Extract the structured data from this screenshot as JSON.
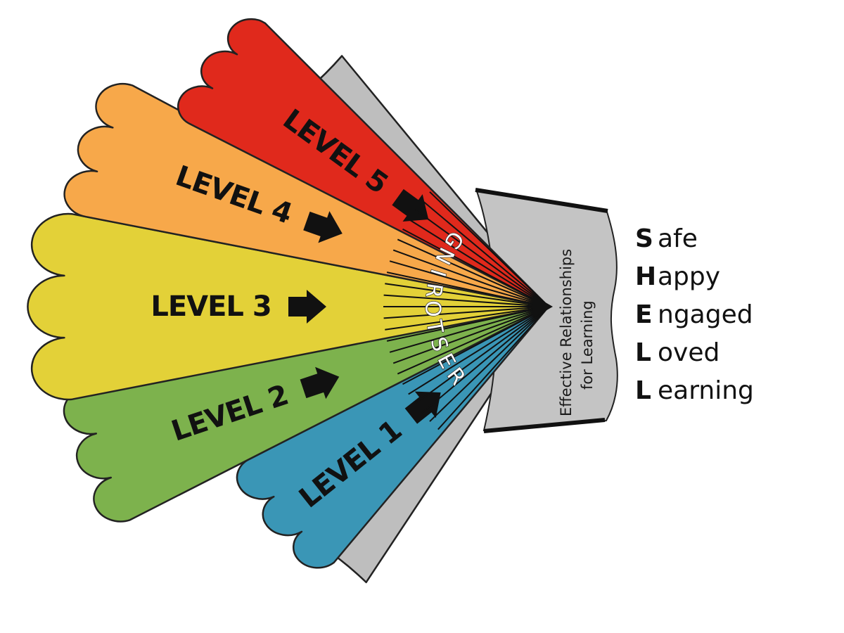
{
  "levels": [
    {
      "label": "LEVEL 1",
      "color": "#3a96b6"
    },
    {
      "label": "LEVEL 2",
      "color": "#7db24d"
    },
    {
      "label": "LEVEL 3",
      "color": "#e3d138"
    },
    {
      "label": "LEVEL 4",
      "color": "#f7a84a"
    },
    {
      "label": "LEVEL 5",
      "color": "#e0291c"
    }
  ],
  "cover_color": "#bebebe",
  "holder": {
    "line1": "Effective Relationships",
    "line2": "for Learning",
    "color": "#c4c4c4"
  },
  "restoring": [
    "R",
    "E",
    "S",
    "T",
    "O",
    "R",
    "I",
    "N",
    "G"
  ],
  "shell": [
    {
      "letter": "S",
      "rest": "afe"
    },
    {
      "letter": "H",
      "rest": "appy"
    },
    {
      "letter": "E",
      "rest": "ngaged"
    },
    {
      "letter": "L",
      "rest": "oved"
    },
    {
      "letter": "L",
      "rest": "earning"
    }
  ]
}
